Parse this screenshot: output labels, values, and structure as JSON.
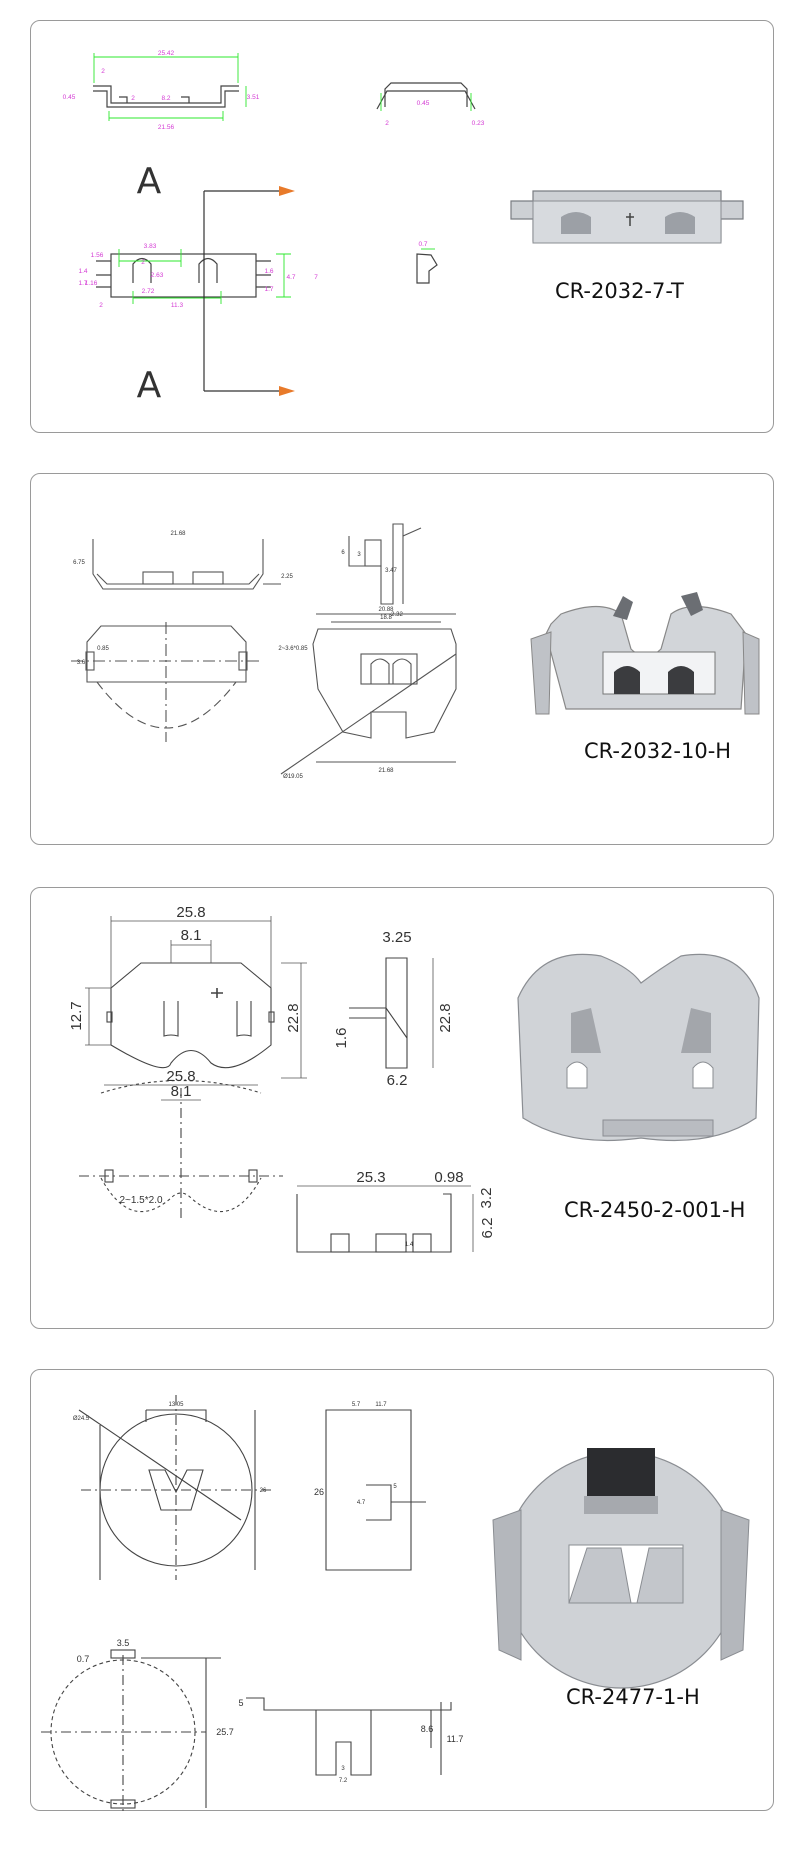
{
  "colors": {
    "outline": "#444444",
    "dimension_green": "#2ee82e",
    "dimension_magenta": "#d43bd4",
    "arrow_orange": "#e87a2a",
    "metal": "#c9ccd0"
  },
  "panels": [
    {
      "model": "CR-2032-7-T",
      "section_letters": [
        "A",
        "A"
      ],
      "dims": {
        "overall_width": "25.42",
        "lip": "2",
        "foot_gap": "2",
        "center": "8.2",
        "height": "3.51",
        "tab": "0.45",
        "base_width": "21.56",
        "side_step": "2",
        "side_offset": "0.45",
        "side_right": "0.23",
        "slot_w": "3.83",
        "slot_r": "2",
        "slot_h": "2.63",
        "slot_b": "2.72",
        "pitch": "11.3",
        "left_h1": "1.56",
        "left_h2": "1.4",
        "left_h3": "1.16",
        "left_h4": "1.7",
        "left_w": "2",
        "right_h1": "1.6",
        "right_h2": "4.7",
        "right_h3": "7",
        "right_h4": "1.7",
        "clip": "0.7"
      }
    },
    {
      "model": "CR-2032-10-H",
      "dims": {
        "top_width": "21.68",
        "height": "6.75",
        "foot": "2.25",
        "side_h": "6",
        "side_s": "3",
        "side_g": "3.47",
        "side_b": "2.32",
        "hole": "2~3.6*0.85",
        "hole_a": "0.85",
        "hole_b": "3.6",
        "outer": "20.88",
        "inner": "18.8",
        "dia": "Ø19.05",
        "bottom": "21.68"
      }
    },
    {
      "model": "CR-2450-2-001-H",
      "dims": {
        "width": "25.8",
        "notch": "8.1",
        "left_h": "12.7",
        "height": "22.8",
        "side_top": "3.25",
        "side_h": "22.8",
        "side_tab": "1.6",
        "side_base": "6.2",
        "plan_width": "25.8",
        "plan_notch": "8.1",
        "plan_hole": "2~1.5*2.0",
        "front_width": "25.3",
        "front_thk": "0.98",
        "front_h1": "3.2",
        "front_h2": "6.2",
        "front_tab": "1.4"
      }
    },
    {
      "model": "CR-2477-1-H",
      "dims": {
        "top": "13.05",
        "dia": "Ø24.5",
        "circle_h": "26",
        "side_a": "5.7",
        "side_b": "11.7",
        "side_h": "26",
        "side_t": "5",
        "side_s": "4.7",
        "plan_thk": "0.7",
        "plan_w": "3.5",
        "plan_h": "25.7",
        "front_a": "5",
        "front_b": "8.6",
        "front_c": "11.7",
        "front_d": "3",
        "front_e": "7.2"
      }
    }
  ]
}
